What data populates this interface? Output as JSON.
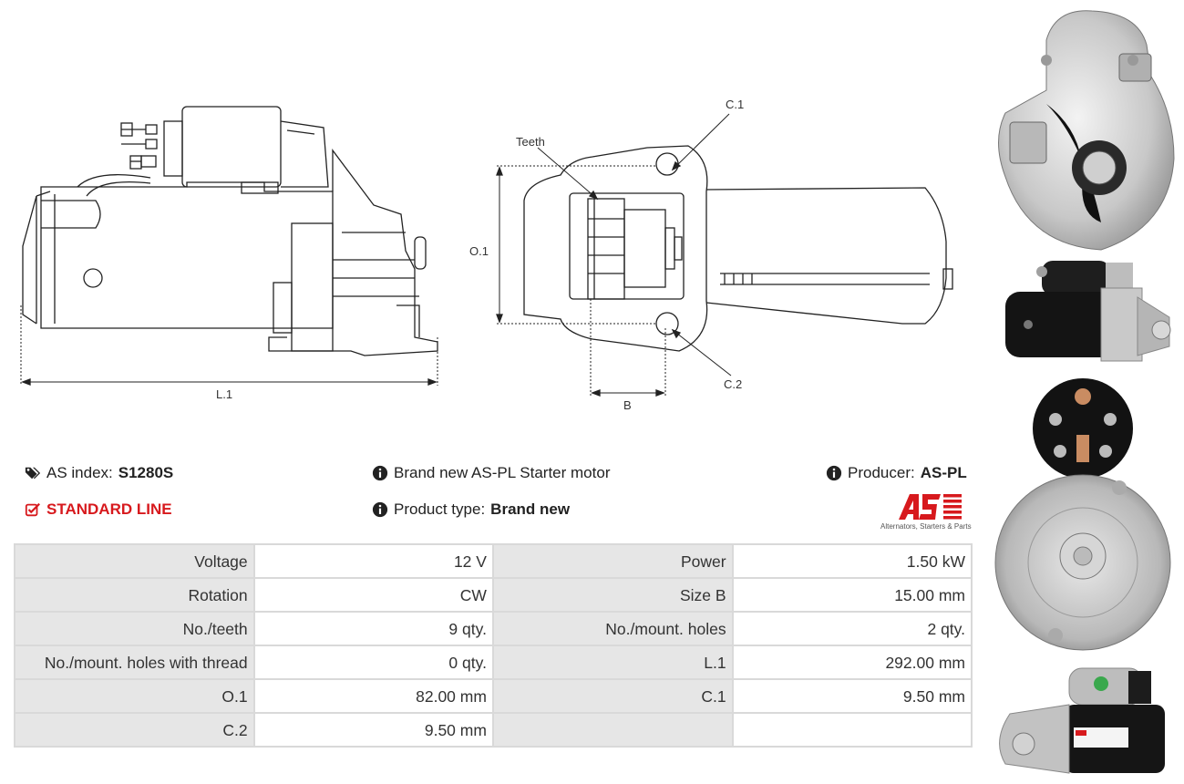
{
  "drawings": {
    "side_view": {
      "dimension_label": "L.1"
    },
    "front_view": {
      "labels": {
        "c1": "C.1",
        "c2": "C.2",
        "teeth": "Teeth",
        "o1": "O.1",
        "b": "B"
      }
    }
  },
  "info": {
    "index_label": "AS index:",
    "index_value": "S1280S",
    "line_label": "STANDARD LINE",
    "description": "Brand new AS-PL Starter motor",
    "product_type_label": "Product type:",
    "product_type_value": "Brand new",
    "producer_label": "Producer:",
    "producer_value": "AS-PL"
  },
  "logo": {
    "tagline": "Alternators, Starters & Parts"
  },
  "specs": {
    "rows": [
      {
        "l1": "Voltage",
        "v1": "12 V",
        "l2": "Power",
        "v2": "1.50 kW"
      },
      {
        "l1": "Rotation",
        "v1": "CW",
        "l2": "Size B",
        "v2": "15.00 mm"
      },
      {
        "l1": "No./teeth",
        "v1": "9 qty.",
        "l2": "No./mount. holes",
        "v2": "2 qty."
      },
      {
        "l1": "No./mount. holes with thread",
        "v1": "0 qty.",
        "l2": "L.1",
        "v2": "292.00 mm"
      },
      {
        "l1": "O.1",
        "v1": "82.00 mm",
        "l2": "C.1",
        "v2": "9.50 mm"
      },
      {
        "l1": "C.2",
        "v1": "9.50 mm",
        "l2": "",
        "v2": ""
      }
    ]
  },
  "colors": {
    "accent": "#d7191d",
    "table_border": "#d9d9d9",
    "label_bg": "#e6e6e6"
  },
  "icons": [
    "tag-icon",
    "check-square-icon",
    "info-icon"
  ]
}
